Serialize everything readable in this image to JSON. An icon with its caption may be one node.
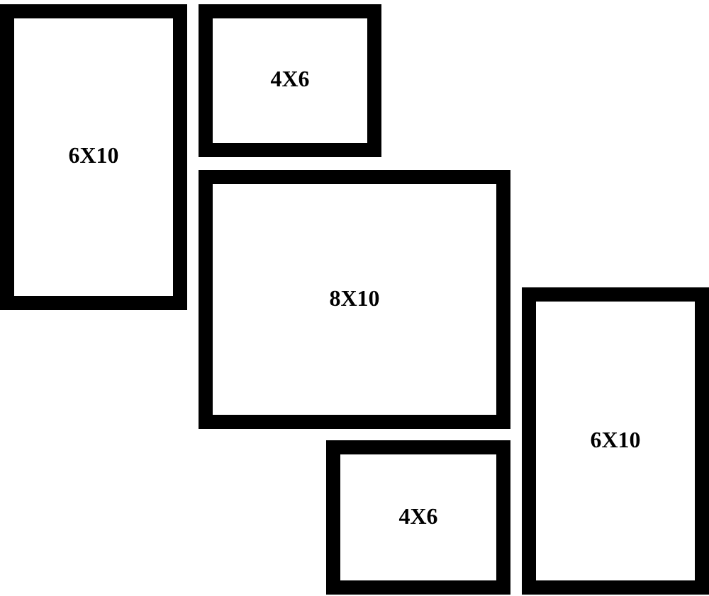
{
  "diagram": {
    "nodes": [
      {
        "text": [
          "6X10"
        ]
      },
      {
        "text": [
          "4X6"
        ]
      },
      {
        "text": [
          "8X10"
        ]
      },
      {
        "text": [
          "6X10"
        ]
      },
      {
        "text": [
          "4X6"
        ]
      }
    ]
  }
}
